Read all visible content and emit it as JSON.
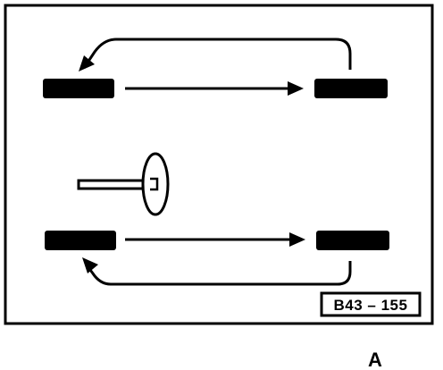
{
  "diagram": {
    "reference_code": "B43 – 155",
    "corner_label": "A",
    "colors": {
      "ink": "#000000",
      "paper": "#ffffff"
    },
    "elements": {
      "tires": [
        "front-left-tire",
        "front-right-tire",
        "rear-left-tire",
        "rear-right-tire"
      ],
      "arrows": [
        "front-swap-arrow",
        "top-return-arrow",
        "rear-swap-arrow",
        "bottom-return-arrow"
      ],
      "steering": [
        "steering-wheel-icon",
        "steering-column"
      ]
    }
  }
}
